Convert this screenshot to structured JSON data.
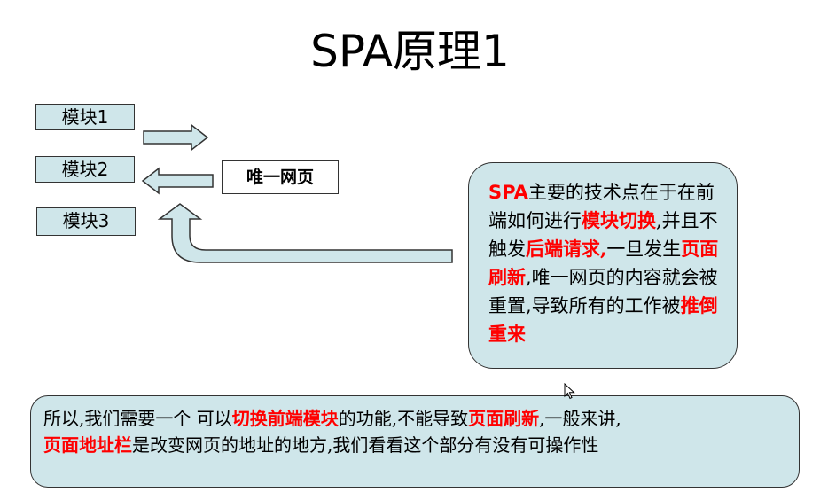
{
  "title": "SPA原理1",
  "modules": [
    "模块1",
    "模块2",
    "模块3"
  ],
  "page_label": "唯一网页",
  "callout": {
    "segments": [
      {
        "text": "SPA",
        "style": "red-sans"
      },
      {
        "text": "主要的技术点在于在前端如何进行",
        "style": ""
      },
      {
        "text": "模块切换",
        "style": "red"
      },
      {
        "text": ",并且不触发",
        "style": ""
      },
      {
        "text": "后端请求,",
        "style": "red"
      },
      {
        "text": "一旦发生",
        "style": ""
      },
      {
        "text": "页面刷新",
        "style": "red"
      },
      {
        "text": ",唯一网页的内容就会被重置,导致所有的工作被",
        "style": ""
      },
      {
        "text": "推倒重来",
        "style": "red"
      }
    ]
  },
  "bottom": {
    "segments": [
      {
        "text": "所以,我们需要一个 可以",
        "style": ""
      },
      {
        "text": "切换前端模块",
        "style": "red"
      },
      {
        "text": "的功能,不能导致",
        "style": ""
      },
      {
        "text": "页面刷新",
        "style": "red"
      },
      {
        "text": ",一般来讲,",
        "style": ""
      },
      {
        "text": "页面地址栏",
        "style": "red"
      },
      {
        "text": "是改变网页的地址的地方,我们看看这个部分有没有可操作性",
        "style": ""
      }
    ]
  },
  "colors": {
    "box_fill": "#cfe6ea",
    "highlight": "#ff0000"
  }
}
